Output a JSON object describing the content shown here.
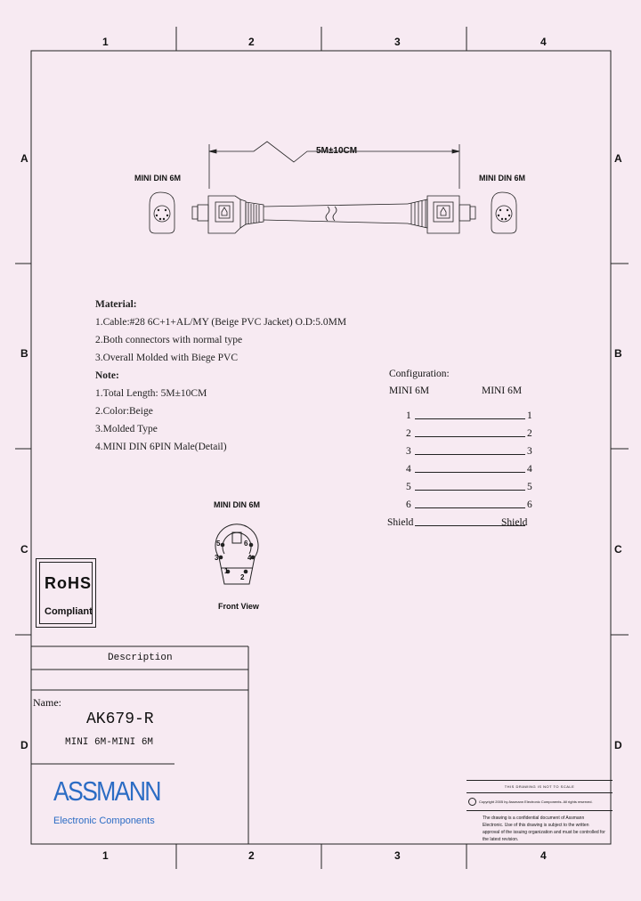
{
  "frame": {
    "columns": [
      "1",
      "2",
      "3",
      "4"
    ],
    "rows": [
      "A",
      "B",
      "C",
      "D"
    ]
  },
  "cable": {
    "length_label": "5M±10CM",
    "left_connector": "MINI DIN 6M",
    "right_connector": "MINI DIN 6M"
  },
  "notes": {
    "material_heading": "Material:",
    "material_lines": [
      "1.Cable:#28 6C+1+AL/MY (Beige PVC Jacket) O.D:5.0MM",
      "2.Both connectors with normal type",
      "3.Overall Molded with Biege PVC"
    ],
    "note_heading": "Note:",
    "note_lines": [
      "1.Total Length: 5M±10CM",
      "2.Color:Beige",
      "3.Molded Type",
      "4.MINI DIN 6PIN Male(Detail)"
    ]
  },
  "configuration": {
    "title": "Configuration:",
    "left_header": "MINI 6M",
    "right_header": "MINI 6M",
    "pins": [
      {
        "left": "1",
        "right": "1"
      },
      {
        "left": "2",
        "right": "2"
      },
      {
        "left": "3",
        "right": "3"
      },
      {
        "left": "4",
        "right": "4"
      },
      {
        "left": "5",
        "right": "5"
      },
      {
        "left": "6",
        "right": "6"
      },
      {
        "left": "Shield",
        "right": "Shield"
      }
    ]
  },
  "detail": {
    "title": "MINI DIN 6M",
    "caption": "Front View",
    "pins": [
      "1",
      "2",
      "3",
      "4",
      "5",
      "6"
    ]
  },
  "rohs": {
    "line1": "RoHS",
    "line2": "Compliant"
  },
  "title_block": {
    "description_label": "Description",
    "name_label": "Name:",
    "part_number": "AK679-R",
    "part_description": "MINI 6M-MINI 6M",
    "brand_name": "ASSMANN",
    "brand_sub": "Electronic Components",
    "brand_color": "#2b6cc4"
  },
  "legal": {
    "title": "THIS DRAWING IS NOT TO SCALE",
    "copyright": "Copyright 2005 by Assmann Electronic Components. All rights reserved.",
    "para": "The drawing is a confidential document of Assmann Electronic. Use of this drawing is subject to the written approval of the issuing organization and must be controlled for the latest revision."
  }
}
